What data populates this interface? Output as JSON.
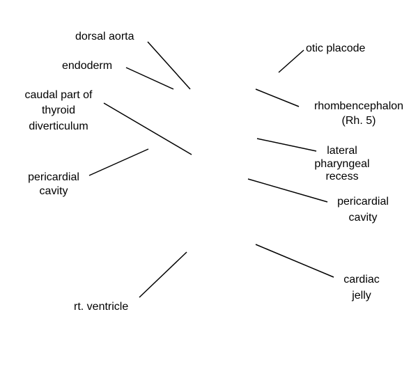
{
  "labels": {
    "dorsal_aorta": [
      "dorsal aorta"
    ],
    "endoderm": [
      "endoderm"
    ],
    "caudal_thyroid": [
      "caudal part of",
      "thyroid",
      "diverticulum"
    ],
    "pericardial_cavity_left": [
      "pericardial",
      "cavity"
    ],
    "rt_ventricle": [
      "rt. ventricle"
    ],
    "otic_placode": [
      "otic placode"
    ],
    "rhombencephalon": [
      "rhombencephalon",
      "(Rh. 5)"
    ],
    "lateral_pharyngeal_recess": [
      "lateral",
      "pharyngeal",
      "recess"
    ],
    "pericardial_cavity_right": [
      "pericardial",
      "cavity"
    ],
    "cardiac_jelly": [
      "cardiac",
      "jelly"
    ]
  },
  "colors": {
    "line": "#000000",
    "text": "#000000",
    "background": "#ffffff"
  }
}
